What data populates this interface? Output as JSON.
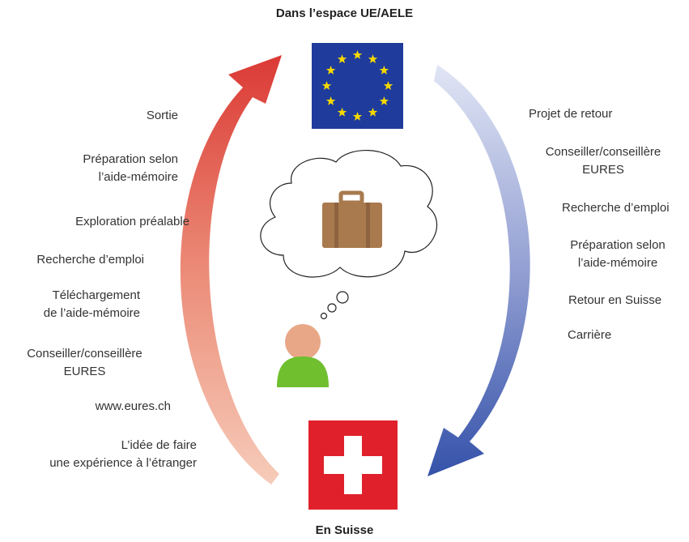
{
  "top_title": "Dans l’espace UE/AELE",
  "bottom_title": "En Suisse",
  "left_steps": [
    {
      "line1": "Sortie",
      "line2": ""
    },
    {
      "line1": "Préparation selon",
      "line2": "l’aide-mémoire"
    },
    {
      "line1": "Exploration préalable",
      "line2": ""
    },
    {
      "line1": "Recherche d’emploi",
      "line2": ""
    },
    {
      "line1": "Téléchargement",
      "line2": "de l’aide-mémoire"
    },
    {
      "line1": "Conseiller/conseillère",
      "line2": "EURES"
    },
    {
      "line1": "www.eures.ch",
      "line2": ""
    },
    {
      "line1": "L’idée de faire",
      "line2": "une expérience à l’étranger"
    }
  ],
  "right_steps": [
    {
      "line1": "Projet de retour",
      "line2": ""
    },
    {
      "line1": "Conseiller/conseillère",
      "line2": "EURES"
    },
    {
      "line1": "Recherche d’emploi",
      "line2": ""
    },
    {
      "line1": "Préparation selon",
      "line2": "l’aide-mémoire"
    },
    {
      "line1": "Retour en Suisse",
      "line2": ""
    },
    {
      "line1": "Carrière",
      "line2": ""
    }
  ],
  "icons": {
    "eu_flag": "eu-flag-icon",
    "swiss_flag": "swiss-flag-icon",
    "suitcase": "suitcase-icon",
    "person": "person-icon",
    "thought_cloud": "thought-cloud-icon"
  },
  "colors": {
    "eu_blue": "#1f3c9c",
    "eu_star": "#f5d800",
    "swiss_red": "#e0212b",
    "outbound_arrow": "#e0453a",
    "return_arrow": "#2f4fa8",
    "suitcase": "#a87a4e",
    "person_head": "#e8a888",
    "person_body": "#6fbf2f"
  }
}
